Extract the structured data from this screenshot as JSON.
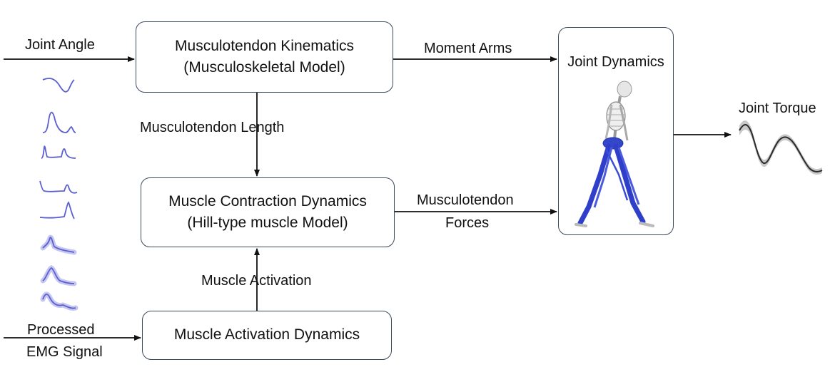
{
  "boxes": {
    "kinematics": {
      "line1": "Musculotendon Kinematics",
      "line2": "(Musculoskeletal Model)"
    },
    "contraction": {
      "line1": "Muscle Contraction Dynamics",
      "line2": "(Hill-type muscle Model)"
    },
    "activation": {
      "line1": "Muscle Activation Dynamics"
    },
    "joint_dynamics": {
      "title": "Joint Dynamics"
    }
  },
  "labels": {
    "joint_angle": "Joint Angle",
    "moment_arms": "Moment Arms",
    "musculotendon_length": "Musculotendon Length",
    "musculotendon_forces_1": "Musculotendon",
    "musculotendon_forces_2": "Forces",
    "muscle_activation": "Muscle Activation",
    "processed": "Processed",
    "emg_signal": "EMG Signal",
    "joint_torque": "Joint Torque"
  },
  "colors": {
    "emg_trace": "#5b5fd0",
    "emg_band": "#c5c7f0",
    "skeleton_muscle": "#2f3fc9",
    "torque_line": "#2b2b2b",
    "torque_band": "#c8c8c8",
    "box_border": "#3a4a5c"
  },
  "emg_trace_count": 8
}
